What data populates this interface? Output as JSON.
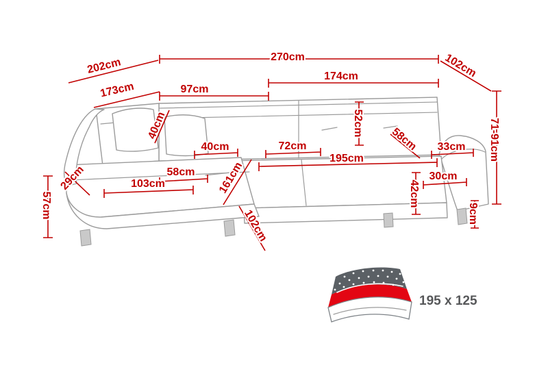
{
  "diagram": {
    "title": "corner-sofa-dimension-drawing",
    "unit": "cm",
    "dims": {
      "total_width": "270cm",
      "chaise_outer_length": "202cm",
      "arm_side_depth": "102cm",
      "chaise_back_length": "173cm",
      "back_section_left": "97cm",
      "back_section_right": "174cm",
      "headrest_height": "40cm",
      "backrest_height": "52cm",
      "cushion_size": "40cm",
      "seat_depth": "72cm",
      "armrest_slope": "58cm",
      "armrest_top_width": "33cm",
      "total_height": "71-91cm",
      "sleeping_length": "195cm",
      "left_arm_width": "29cm",
      "seat_width_left": "58cm",
      "armrest_depth": "30cm",
      "chaise_front_width": "103cm",
      "chaise_seat_diagonal": "161cm",
      "seat_height": "42cm",
      "chaise_side_height": "57cm",
      "chaise_side_depth": "102cm",
      "leg_height": "9cm"
    },
    "sleeping_area": {
      "label": "195 x 125"
    },
    "colors": {
      "dimension_red": "#c10000",
      "sofa_outline_gray": "#9b9b9b",
      "bed_icon_red": "#e30613",
      "bed_icon_dark": "#5b6065",
      "bed_label_gray": "#57585a"
    }
  }
}
